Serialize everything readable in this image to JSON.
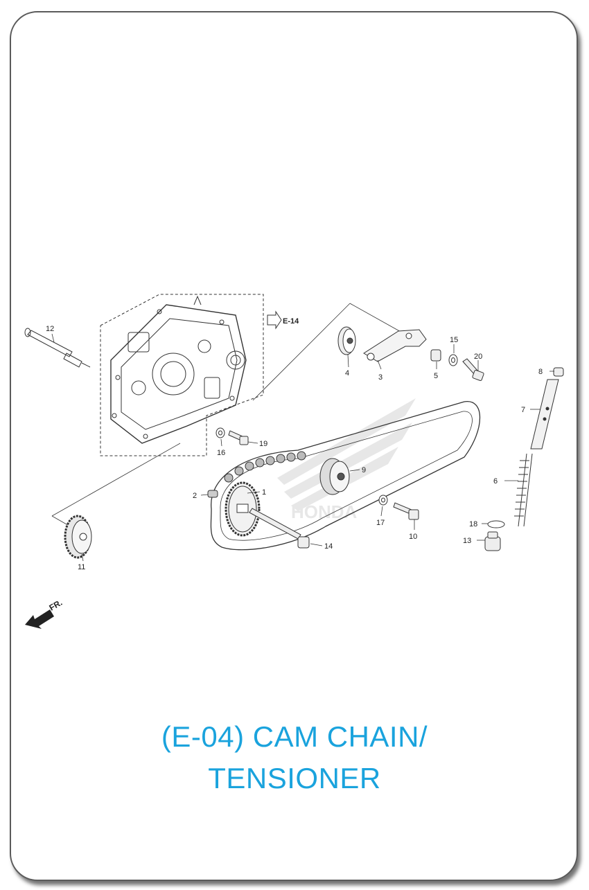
{
  "title": {
    "line1": "(E-04) CAM CHAIN/",
    "line2": "TENSIONER"
  },
  "reference": "E-14",
  "direction_label": "FR.",
  "part_numbers": {
    "p1": "1",
    "p2": "2",
    "p3": "3",
    "p4": "4",
    "p5": "5",
    "p6": "6",
    "p7": "7",
    "p8": "8",
    "p9": "9",
    "p10": "10",
    "p11": "11",
    "p12": "12",
    "p13": "13",
    "p14": "14",
    "p15": "15",
    "p16": "16",
    "p17": "17",
    "p18": "18",
    "p19": "19",
    "p20": "20"
  },
  "watermark": "HONDA",
  "colors": {
    "title": "#1aa3dd",
    "line": "#333333",
    "frame": "#5a5a5a"
  }
}
